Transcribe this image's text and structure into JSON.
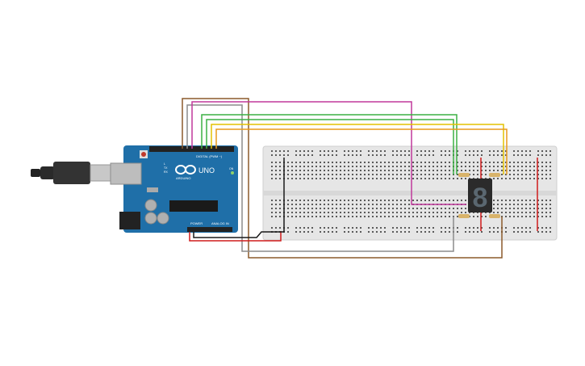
{
  "arduino": {
    "brand": "ARDUINO",
    "model": "UNO",
    "digital_label": "DIGITAL (PWM ~)",
    "power_label": "POWER",
    "analog_label": "ANALOG IN",
    "tx_label": "TX",
    "rx_label": "RX",
    "l_label": "L",
    "on_label": "ON"
  },
  "display": {
    "digit": "8"
  },
  "wire_colors": {
    "brown": "#8B5A2B",
    "gray": "#8c8c8c",
    "magenta": "#c0399b",
    "green": "#3cb043",
    "yellow": "#e3c200",
    "orange": "#e89a1c",
    "red": "#d01c1c",
    "black": "#1a1a1a"
  },
  "colors": {
    "board": "#1f6fa8",
    "breadboard": "#e6e6e6",
    "rail_red": "#d01c1c",
    "display_body": "#2b2b2b",
    "segment": "#5a6770",
    "resistor": "#d8b36a"
  }
}
